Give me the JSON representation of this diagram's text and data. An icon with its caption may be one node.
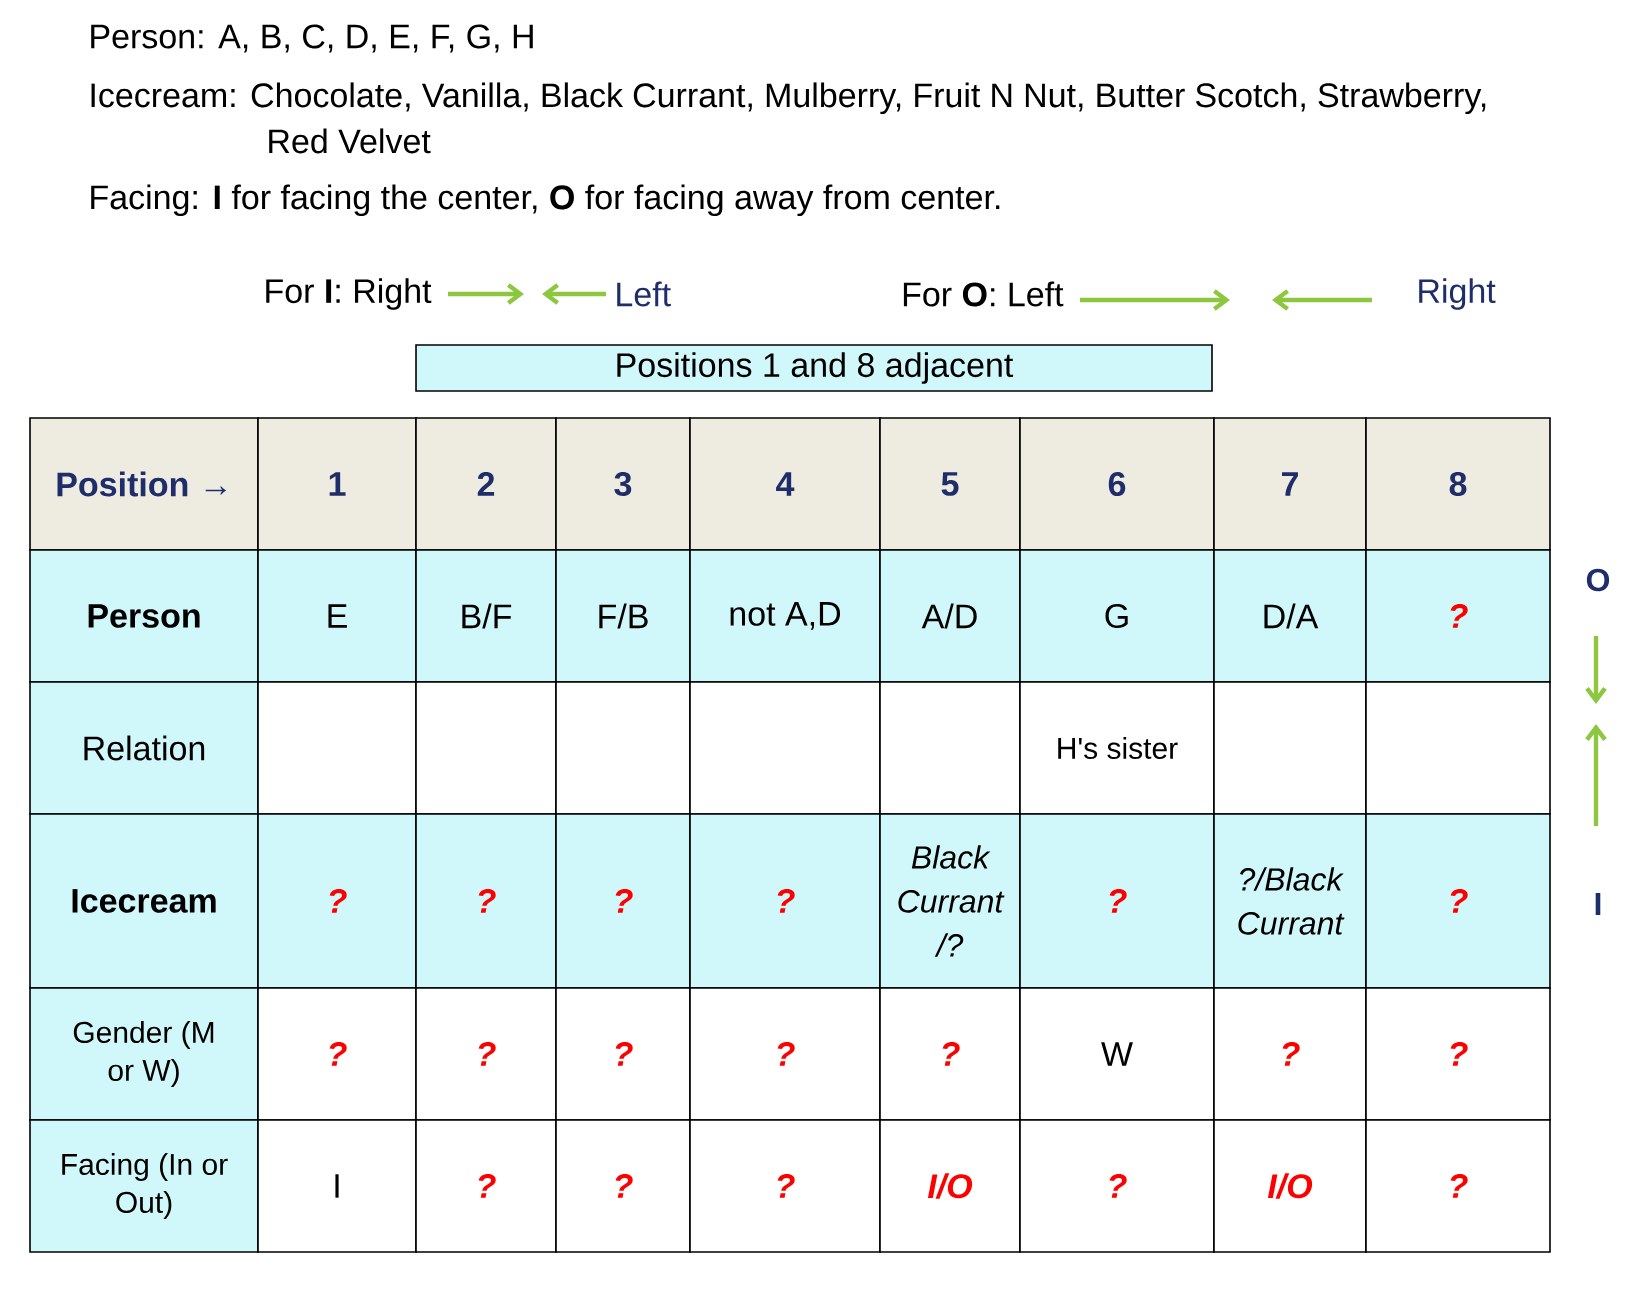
{
  "diagram": {
    "nodes": [
      {
        "text": [
          "Positions 1 and 8 adjacent"
        ]
      }
    ],
    "labels": [
      "Person:  A, B, C, D, E, F, G, H",
      "Icecream: Chocolate, Vanilla, Black Currant, Mulberry, Fruit N Nut, Butter Scotch, Strawberry, Red Velvet",
      "Facing: **I** for facing the center, **O** for facing away from center.",
      "For **I**: Right",
      "Left",
      "For **O**: Left",
      "Right",
      "Position →",
      "1",
      "2",
      "3",
      "4",
      "5",
      "6",
      "7",
      "8",
      "Person",
      "E",
      "B/F",
      "F/B",
      "not A,D",
      "A/D",
      "G",
      "D/A",
      "?",
      "Relation",
      "H's sister",
      "Icecream",
      "?",
      "?",
      "?",
      "?",
      "Black Currant /?",
      "?",
      "?/Black Currant",
      "?",
      "Gender (M or W)",
      "?",
      "?",
      "?",
      "?",
      "?",
      "W",
      "?",
      "?",
      "Facing (In or Out)",
      "I",
      "?",
      "?",
      "?",
      "I/O",
      "?",
      "I/O",
      "?",
      "O",
      "I"
    ]
  }
}
